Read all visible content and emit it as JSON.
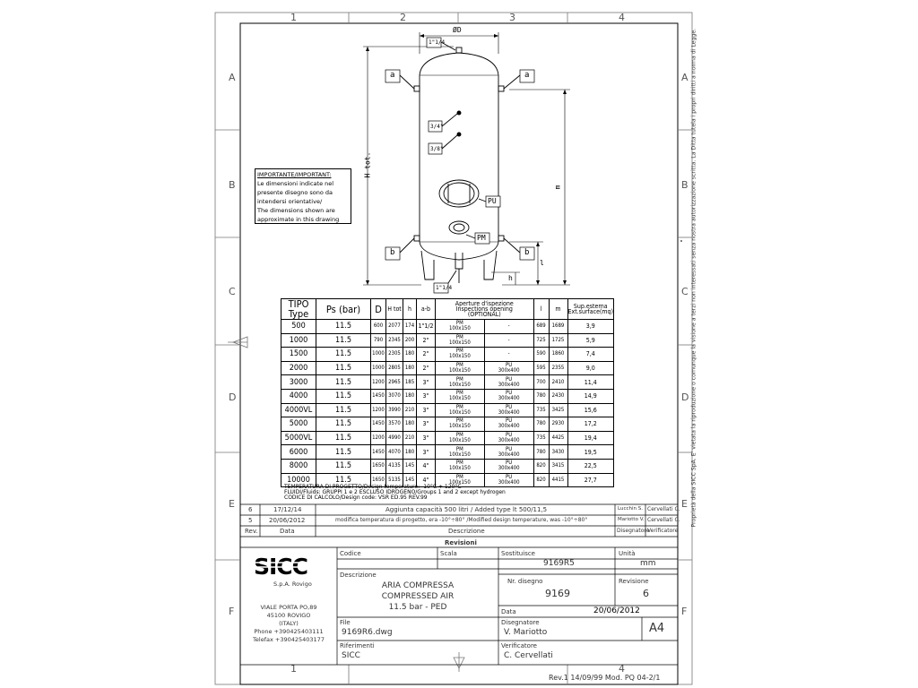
{
  "sheet": {
    "cols": [
      "1",
      "2",
      "3",
      "4"
    ],
    "rows": [
      "A",
      "B",
      "C",
      "D",
      "E",
      "F"
    ],
    "bottom_cols": [
      "1",
      "4"
    ],
    "side_note": "Proprietà della SICC SpA. E' vietata la riproduzione o comunque la visione a terzi non interessati senza nostra autorizzazione scritta. La Ditta tutela i propri diritti a norma di Legge.",
    "revision_ref": "Rev.1 14/09/99 Mod. PQ 04-2/1"
  },
  "drawing": {
    "dim_d": "ØD",
    "dim_htot": "H tot.",
    "dim_m": "m",
    "dim_l": "l",
    "dim_h": "h",
    "fit_top": "1\"1/4",
    "fit_34": "3/4\"",
    "fit_38": "3/8\"",
    "fit_bottom": "1\"1/4",
    "label_a": "a",
    "label_b": "b",
    "label_pu": "PU",
    "label_pm": "PM"
  },
  "note": {
    "title": "IMPORTANTE/IMPORTANT:",
    "lines": [
      "Le dimensioni indicate nel",
      "presente disegno sono da",
      "intendersi orientative/",
      "The dimensions shown are",
      "approximate in this drawing"
    ]
  },
  "table": {
    "headers": {
      "tipo": "TIPO",
      "type": "Type",
      "ps": "Ps (bar)",
      "d": "D",
      "htot": "H tot",
      "h": "h",
      "ab": "a-b",
      "ap1": "Aperture d'ispezione",
      "ap2": "Inspections opening",
      "ap3": "(OPTIONAL)",
      "l": "l",
      "m": "m",
      "sup1": "Sup.esterna",
      "sup2": "Ext.surface(mq)"
    },
    "rows": [
      {
        "tipo": "500",
        "ps": "11.5",
        "d": "600",
        "htot": "2077",
        "h": "174",
        "ab": "1\"1/2",
        "pm": "PM\n100x150",
        "pu": "-",
        "l": "689",
        "m": "1689",
        "sup": "3,9"
      },
      {
        "tipo": "1000",
        "ps": "11.5",
        "d": "790",
        "htot": "2345",
        "h": "200",
        "ab": "2\"",
        "pm": "PM\n100x150",
        "pu": "-",
        "l": "725",
        "m": "1725",
        "sup": "5,9"
      },
      {
        "tipo": "1500",
        "ps": "11.5",
        "d": "1000",
        "htot": "2305",
        "h": "180",
        "ab": "2\"",
        "pm": "PM\n100x150",
        "pu": "-",
        "l": "590",
        "m": "1860",
        "sup": "7,4"
      },
      {
        "tipo": "2000",
        "ps": "11.5",
        "d": "1000",
        "htot": "2805",
        "h": "180",
        "ab": "2\"",
        "pm": "PM\n100x150",
        "pu": "PU\n300x400",
        "l": "595",
        "m": "2355",
        "sup": "9,0"
      },
      {
        "tipo": "3000",
        "ps": "11.5",
        "d": "1200",
        "htot": "2965",
        "h": "185",
        "ab": "3\"",
        "pm": "PM\n100x150",
        "pu": "PU\n300x400",
        "l": "700",
        "m": "2410",
        "sup": "11,4"
      },
      {
        "tipo": "4000",
        "ps": "11.5",
        "d": "1450",
        "htot": "3070",
        "h": "180",
        "ab": "3\"",
        "pm": "PM\n100x150",
        "pu": "PU\n300x400",
        "l": "780",
        "m": "2430",
        "sup": "14,9"
      },
      {
        "tipo": "4000VL",
        "ps": "11.5",
        "d": "1200",
        "htot": "3990",
        "h": "210",
        "ab": "3\"",
        "pm": "PM\n100x150",
        "pu": "PU\n300x400",
        "l": "735",
        "m": "3425",
        "sup": "15,6"
      },
      {
        "tipo": "5000",
        "ps": "11.5",
        "d": "1450",
        "htot": "3570",
        "h": "180",
        "ab": "3\"",
        "pm": "PM\n100x150",
        "pu": "PU\n300x400",
        "l": "780",
        "m": "2930",
        "sup": "17,2"
      },
      {
        "tipo": "5000VL",
        "ps": "11.5",
        "d": "1200",
        "htot": "4990",
        "h": "210",
        "ab": "3\"",
        "pm": "PM\n100x150",
        "pu": "PU\n300x400",
        "l": "735",
        "m": "4425",
        "sup": "19,4"
      },
      {
        "tipo": "6000",
        "ps": "11.5",
        "d": "1450",
        "htot": "4070",
        "h": "180",
        "ab": "3\"",
        "pm": "PM\n100x150",
        "pu": "PU\n300x400",
        "l": "780",
        "m": "3430",
        "sup": "19,5"
      },
      {
        "tipo": "8000",
        "ps": "11.5",
        "d": "1650",
        "htot": "4135",
        "h": "145",
        "ab": "4\"",
        "pm": "PM\n100x150",
        "pu": "PU\n300x400",
        "l": "820",
        "m": "3415",
        "sup": "22,5"
      },
      {
        "tipo": "10000",
        "ps": "11.5",
        "d": "1650",
        "htot": "5135",
        "h": "145",
        "ab": "4\"",
        "pm": "PM\n100x150",
        "pu": "PU\n300x400",
        "l": "820",
        "m": "4415",
        "sup": "27,7"
      }
    ],
    "notes": [
      "TEMPERATURA DI PROGETTO/Design temperature:   -10°C ÷ 120°C",
      "FLUIDI/Fluids: GRUPPI 1 e 2 ESCLUSO IDROGENO/Groups 1 and 2 except hydrogen",
      "CODICE DI CALCOLO/Design code: VSR ED.95 REV.99"
    ]
  },
  "revisions": {
    "rows": [
      {
        "rev": "6",
        "data": "17/12/14",
        "desc": "Aggiunta capacità 500 litri / Added type lt 500/11,5",
        "dis": "Lucchin S.",
        "ver": "Cervellati C."
      },
      {
        "rev": "5",
        "data": "20/06/2012",
        "desc": "modifica temperatura di progetto, era -10°÷80° /Modified design temperature, was -10°÷80°",
        "dis": "Mariotto V.",
        "ver": "Cervellati C."
      }
    ],
    "header": {
      "rev": "Rev.",
      "data": "Data",
      "desc": "Descrizione",
      "dis": "Disegnatore",
      "ver": "Verificatore"
    },
    "title": "Revisioni"
  },
  "titleblock": {
    "logo": "SICC",
    "company_sub": "S.p.A. Rovigo",
    "address": [
      "VIALE PORTA PO,89",
      "45100 ROVIGO",
      "(ITALY)",
      "Phone +390425403111",
      "Telefax +390425403177"
    ],
    "codice_lbl": "Codice",
    "scala_lbl": "Scala",
    "sostituisce_lbl": "Sostituisce",
    "sostituisce_val": "9169R5",
    "unita_lbl": "Unità",
    "unita_val": "mm",
    "descrizione_lbl": "Descrizione",
    "descrizione_val": [
      "ARIA COMPRESSA",
      "COMPRESSED AIR",
      "11.5 bar - PED"
    ],
    "nr_lbl": "Nr. disegno",
    "nr_val": "9169",
    "rev_lbl": "Revisione",
    "rev_val": "6",
    "data_lbl": "Data",
    "data_val": "20/06/2012",
    "file_lbl": "File",
    "file_val": "9169R6.dwg",
    "dis_lbl": "Disegnatore",
    "dis_val": "V. Mariotto",
    "format_val": "A4",
    "rif_lbl": "Riferimenti",
    "rif_val": "SICC",
    "ver_lbl": "Verificatore",
    "ver_val": "C. Cervellati"
  }
}
